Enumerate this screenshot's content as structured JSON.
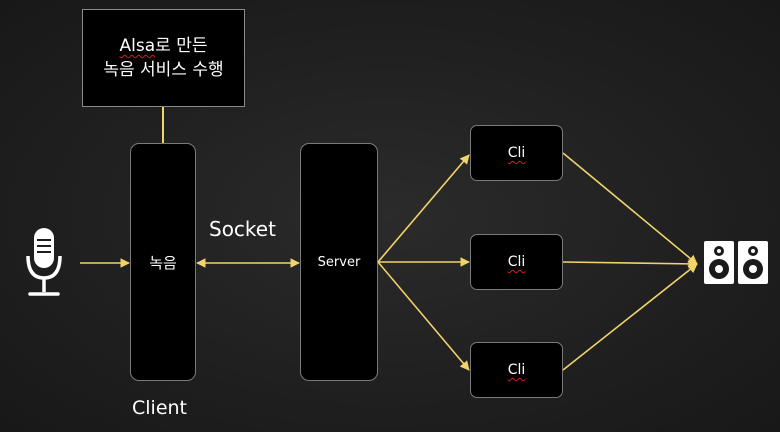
{
  "note": {
    "line1_prefix": "Alsa",
    "line1_suffix": "로 만든",
    "line2": "녹음 서비스 수행"
  },
  "client_box": {
    "label": "녹음"
  },
  "server_box": {
    "label": "Server"
  },
  "cli_boxes": [
    {
      "label": "Cli"
    },
    {
      "label": "Cli"
    },
    {
      "label": "Cli"
    }
  ],
  "labels": {
    "socket": "Socket",
    "client": "Client"
  },
  "icons": {
    "input": "microphone-icon",
    "output": "speaker-icon"
  },
  "colors": {
    "arrow": "#f2d36b",
    "box_fill": "#000000"
  }
}
